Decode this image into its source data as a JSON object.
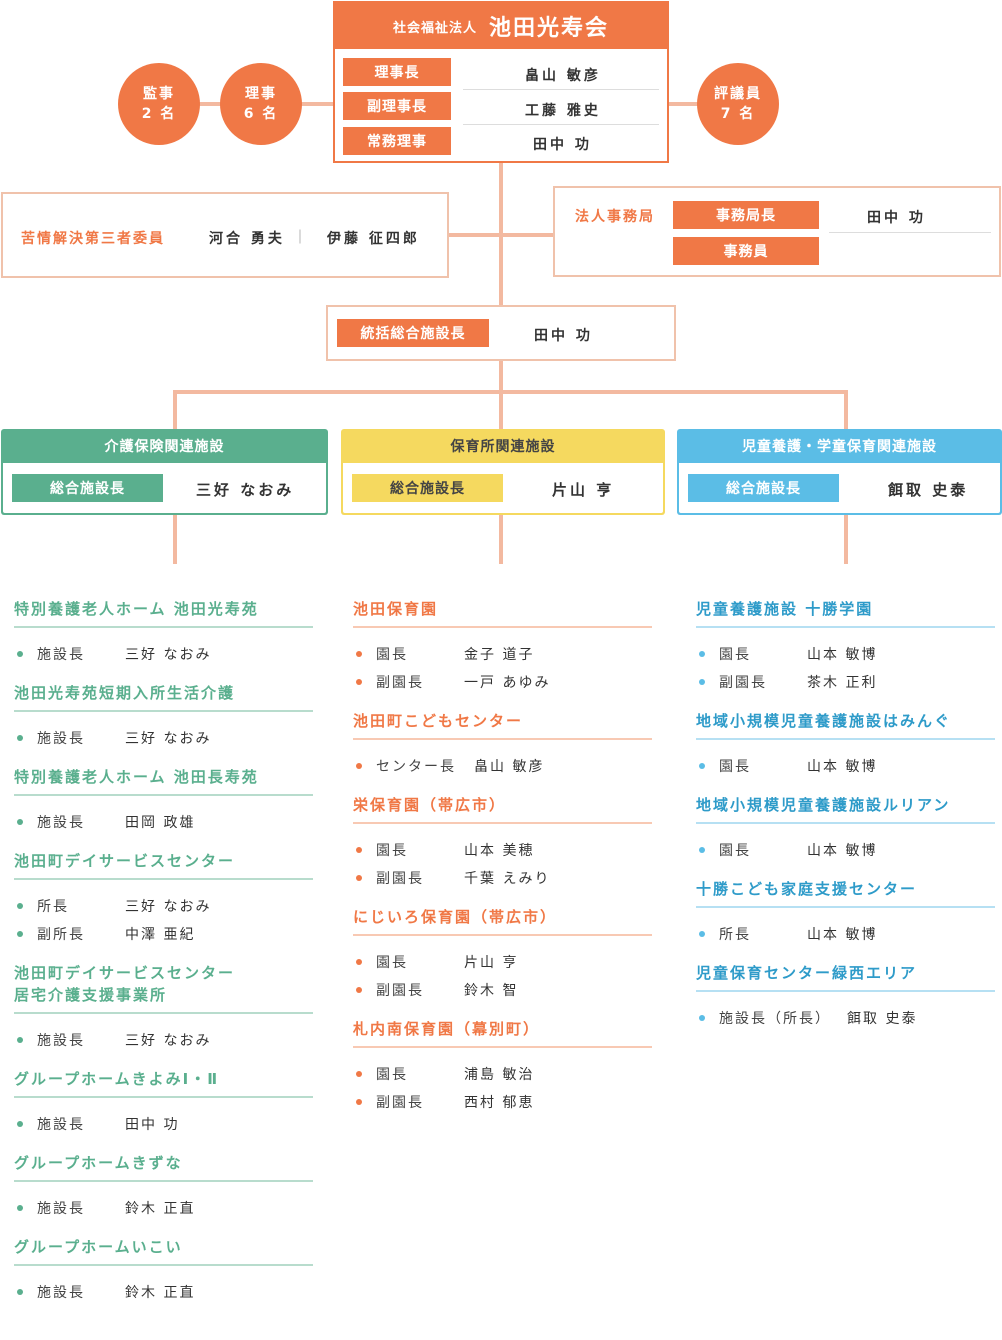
{
  "corporation": {
    "prefix": "社会福祉法人",
    "name": "池田光寿会",
    "officers": [
      {
        "role": "理事長",
        "name": "畠山 敏彦"
      },
      {
        "role": "副理事長",
        "name": "工藤 雅史"
      },
      {
        "role": "常務理事",
        "name": "田中 功"
      }
    ]
  },
  "circles": {
    "auditors": {
      "label": "監事",
      "count": "2 名"
    },
    "directors": {
      "label": "理事",
      "count": "6 名"
    },
    "councilors": {
      "label": "評議員",
      "count": "7 名"
    }
  },
  "committee": {
    "label": "苦情解決第三者委員",
    "member1": "河合 勇夫",
    "divider": "｜",
    "member2": "伊藤 征四郎"
  },
  "office": {
    "label": "法人事務局",
    "chief_role": "事務局長",
    "chief_name": "田中 功",
    "staff_role": "事務員"
  },
  "general_director": {
    "role": "統括総合施設長",
    "name": "田中 功"
  },
  "colors": {
    "accent": "#f07846",
    "line": "#f3b9a0",
    "care_green": "#5aaf8e",
    "nursery_yellow": "#f5d95f",
    "child_blue": "#5bbde6"
  },
  "categories": [
    {
      "title": "介護保険関連施設",
      "role": "総合施設長",
      "name": "三好 なおみ"
    },
    {
      "title": "保育所関連施設",
      "role": "総合施設長",
      "name": "片山 亨"
    },
    {
      "title": "児童養護・学童保育関連施設",
      "role": "総合施設長",
      "name": "餌取 史泰"
    }
  ],
  "care_facilities": [
    {
      "title": "特別養護老人ホーム 池田光寿苑",
      "rows": [
        {
          "role": "施設長",
          "name": "三好 なおみ"
        }
      ]
    },
    {
      "title": "池田光寿苑短期入所生活介護",
      "rows": [
        {
          "role": "施設長",
          "name": "三好 なおみ"
        }
      ]
    },
    {
      "title": "特別養護老人ホーム 池田長寿苑",
      "rows": [
        {
          "role": "施設長",
          "name": "田岡 政雄"
        }
      ]
    },
    {
      "title": "池田町デイサービスセンター",
      "rows": [
        {
          "role": "所長",
          "name": "三好 なおみ"
        },
        {
          "role": "副所長",
          "name": "中澤 亜紀"
        }
      ]
    },
    {
      "title": "池田町デイサービスセンター",
      "title2": "居宅介護支援事業所",
      "rows": [
        {
          "role": "施設長",
          "name": "三好 なおみ"
        }
      ]
    },
    {
      "title": "グループホームきよみⅠ・Ⅱ",
      "rows": [
        {
          "role": "施設長",
          "name": "田中 功"
        }
      ]
    },
    {
      "title": "グループホームきずな",
      "rows": [
        {
          "role": "施設長",
          "name": "鈴木 正直"
        }
      ]
    },
    {
      "title": "グループホームいこい",
      "rows": [
        {
          "role": "施設長",
          "name": "鈴木 正直"
        }
      ]
    }
  ],
  "nursery_facilities": [
    {
      "title": "池田保育園",
      "rows": [
        {
          "role": "園長",
          "name": "金子 道子"
        },
        {
          "role": "副園長",
          "name": "一戸 あゆみ"
        }
      ]
    },
    {
      "title": "池田町こどもセンター",
      "rows": [
        {
          "role": "センター長",
          "name": "畠山 敏彦"
        }
      ]
    },
    {
      "title": "栄保育園（帯広市）",
      "rows": [
        {
          "role": "園長",
          "name": "山本 美穂"
        },
        {
          "role": "副園長",
          "name": "千葉 えみり"
        }
      ]
    },
    {
      "title": "にじいろ保育園（帯広市）",
      "rows": [
        {
          "role": "園長",
          "name": "片山 亨"
        },
        {
          "role": "副園長",
          "name": "鈴木 智"
        }
      ]
    },
    {
      "title": "札内南保育園（幕別町）",
      "rows": [
        {
          "role": "園長",
          "name": "浦島 敏治"
        },
        {
          "role": "副園長",
          "name": "西村 郁恵"
        }
      ]
    }
  ],
  "child_facilities": [
    {
      "title": "児童養護施設 十勝学園",
      "rows": [
        {
          "role": "園長",
          "name": "山本 敏博"
        },
        {
          "role": "副園長",
          "name": "茶木 正利"
        }
      ]
    },
    {
      "title": "地域小規模児童養護施設はみんぐ",
      "rows": [
        {
          "role": "園長",
          "name": "山本 敏博"
        }
      ]
    },
    {
      "title": "地域小規模児童養護施設ルリアン",
      "rows": [
        {
          "role": "園長",
          "name": "山本 敏博"
        }
      ]
    },
    {
      "title": "十勝こども家庭支援センター",
      "rows": [
        {
          "role": "所長",
          "name": "山本 敏博"
        }
      ]
    },
    {
      "title": "児童保育センター緑西エリア",
      "rows": [
        {
          "role": "施設長（所長）",
          "name": "餌取 史泰"
        }
      ]
    }
  ]
}
